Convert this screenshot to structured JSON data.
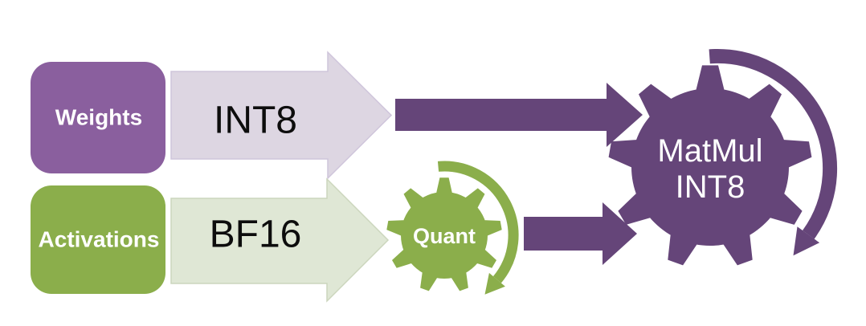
{
  "diagram": {
    "nodes": {
      "weights": {
        "label": "Weights"
      },
      "activations": {
        "label": "Activations"
      },
      "quant_gear": {
        "label": "Quant"
      },
      "matmul_gear": {
        "line1": "MatMul",
        "line2": "INT8"
      }
    },
    "edges": {
      "weights_arrow": {
        "label": "INT8"
      },
      "activations_arrow": {
        "label": "BF16"
      }
    },
    "icons": {
      "quant_gear": "gear-icon",
      "matmul_gear": "gear-icon",
      "quant_cycle": "circular-arrow-icon",
      "matmul_cycle": "circular-arrow-icon"
    },
    "colors": {
      "purple_box": "#8A5F9E",
      "purple_dark": "#654579",
      "purple_light": "#DDD6E2",
      "green": "#8BAE4B",
      "green_light": "#DFE7D5",
      "text_dark": "#0d0d0d",
      "text_light": "#FFFFFF",
      "background": "#FFFFFF"
    }
  }
}
